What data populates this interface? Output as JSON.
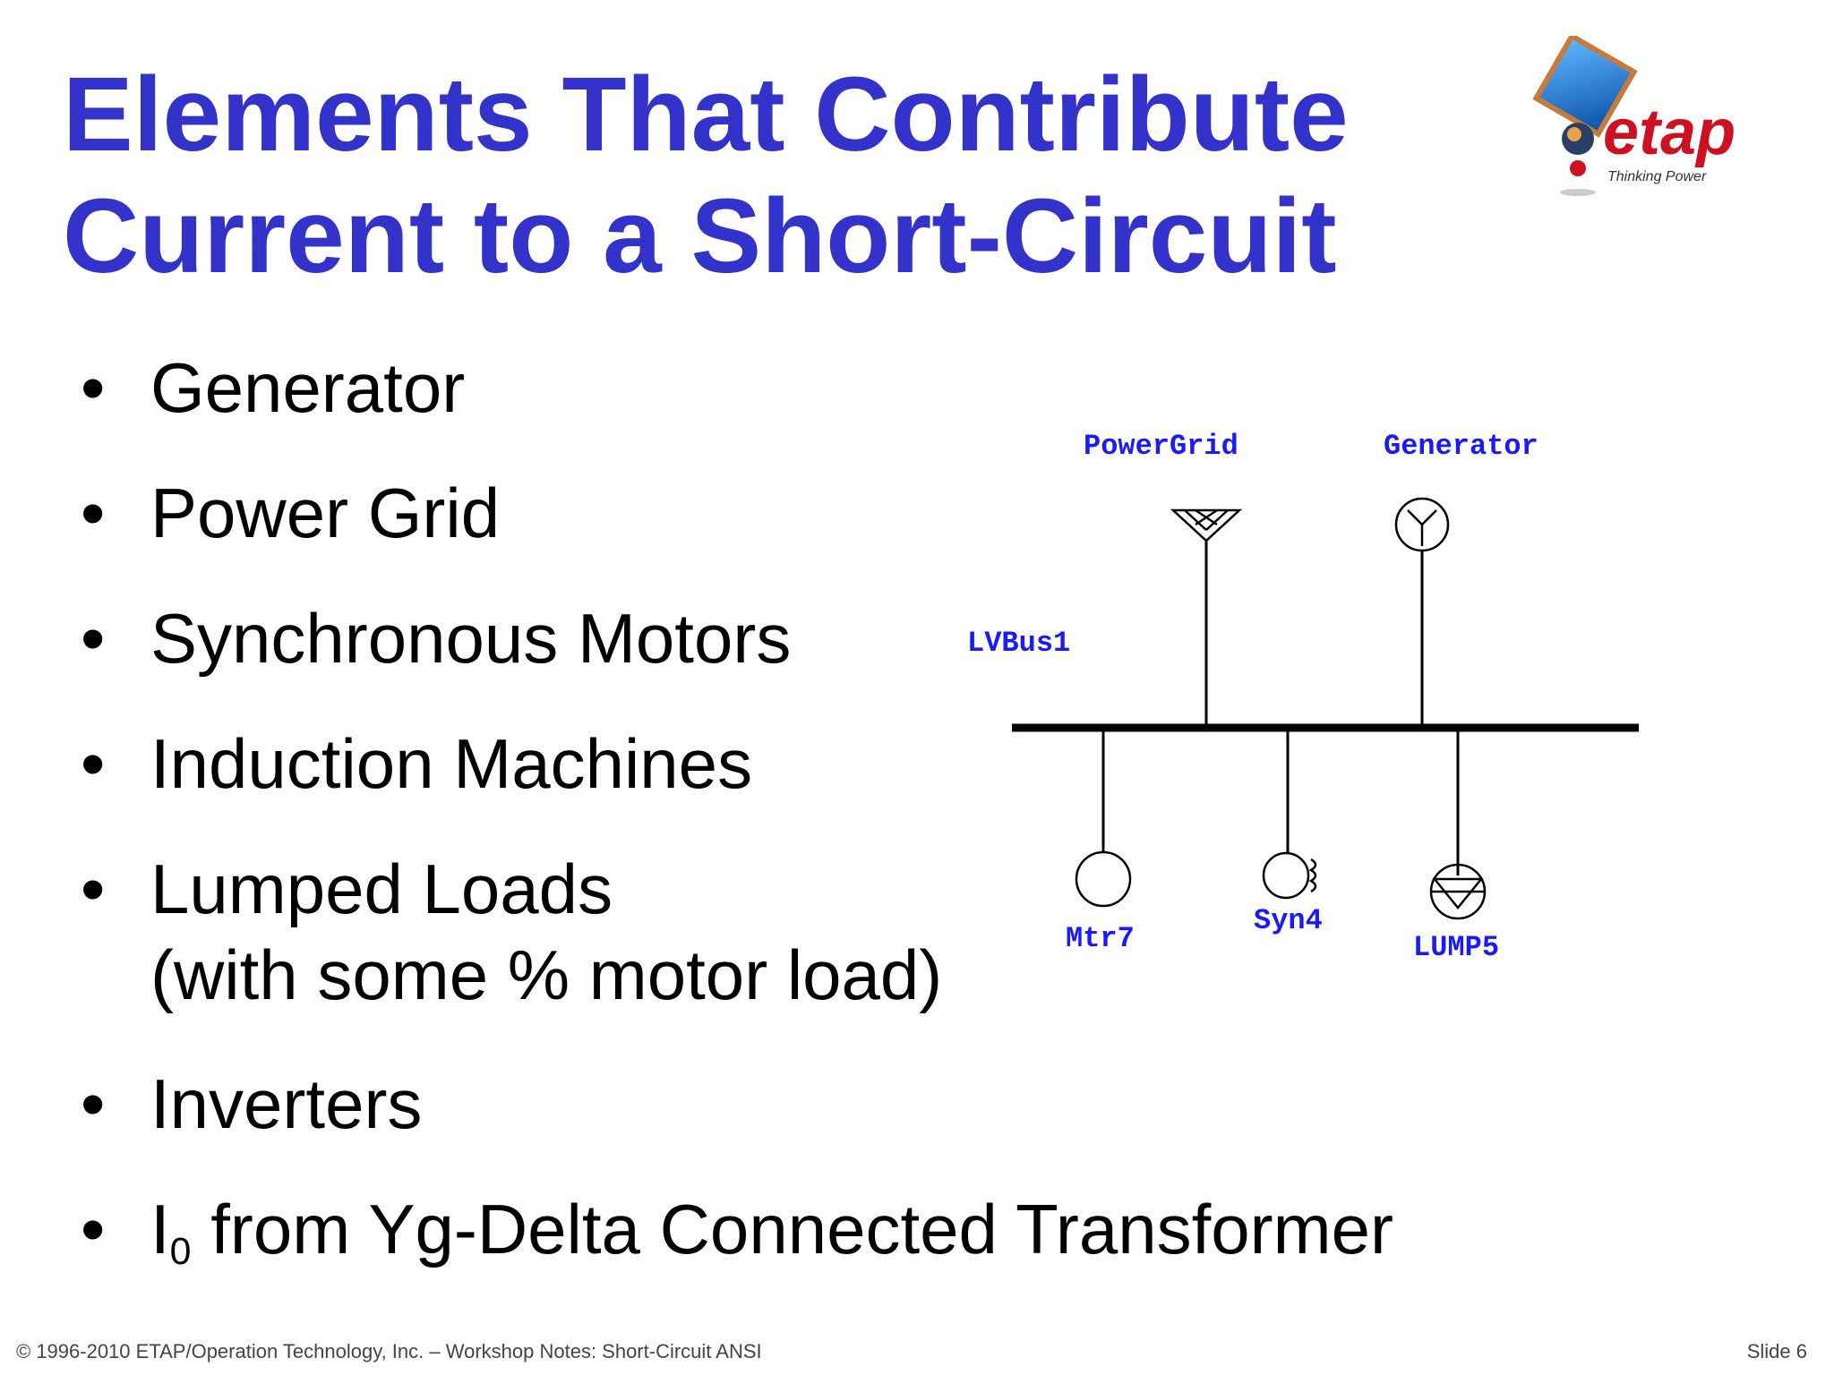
{
  "slide": {
    "title_lines": [
      "Elements That Contribute",
      "Current to a Short-Circuit"
    ],
    "bullets": [
      {
        "text": "Generator"
      },
      {
        "text": "Power Grid"
      },
      {
        "text": "Synchronous Motors"
      },
      {
        "text": "Induction Machines"
      },
      {
        "line1": "Lumped Loads",
        "line2": "(with some % motor load)"
      },
      {
        "text": "Inverters"
      },
      {
        "prefix": "I",
        "subscript": "0",
        "suffix": " from Yg-Delta Connected Transformer"
      }
    ],
    "bullet_char": "•"
  },
  "diagram": {
    "bus_label": "LVBus1",
    "source_labels": [
      "PowerGrid",
      "Generator"
    ],
    "load_labels": [
      "Mtr7",
      "Syn4",
      "LUMP5"
    ]
  },
  "logo": {
    "brand": "etap",
    "tagline": "Thinking Power",
    "icon": "etap-logo-icon"
  },
  "footer": {
    "copyright": "© 1996-2010 ETAP/Operation Technology, Inc. – Workshop Notes: Short-Circuit ANSI",
    "slide_number": "Slide 6"
  },
  "colors": {
    "title": "#3333cc",
    "diagram_label": "#1a1aff",
    "logo_red": "#cc1122"
  }
}
